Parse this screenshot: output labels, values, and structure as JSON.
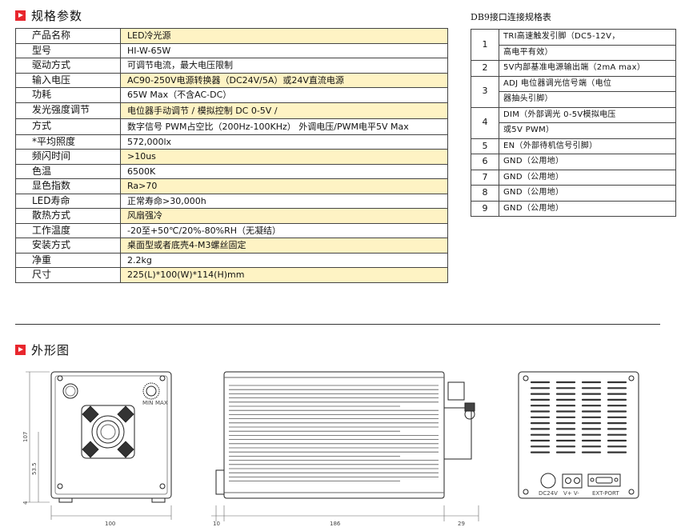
{
  "spec_section": {
    "title": "规格参数"
  },
  "spec_rows": [
    {
      "label": "产品名称",
      "value": "LED冷光源",
      "highlight": true
    },
    {
      "label": "型号",
      "value": "HI-W-65W",
      "highlight": false
    },
    {
      "label": "驱动方式",
      "value": "可调节电流，最大电压限制",
      "highlight": false
    },
    {
      "label": "输入电压",
      "value": "AC90-250V电源转换器（DC24V/5A）或24V直流电源",
      "highlight": true
    },
    {
      "label": "功耗",
      "value": "65W Max（不含AC-DC）",
      "highlight": false
    }
  ],
  "dimming_row": {
    "label_line1": "发光强度调节",
    "label_line2": "方式",
    "value_line1": "电位器手动调节 / 模拟控制 DC 0-5V /",
    "value_line2": "数字信号 PWM占空比（200Hz-100KHz） 外调电压/PWM电平5V Max"
  },
  "spec_rows_2": [
    {
      "label": "*平均照度",
      "value": "572,000lx",
      "highlight": false
    },
    {
      "label": "频闪时间",
      "value": ">10us",
      "highlight": true
    },
    {
      "label": "色温",
      "value": "6500K",
      "highlight": false
    },
    {
      "label": "显色指数",
      "value": "Ra>70",
      "highlight": true
    },
    {
      "label": "LED寿命",
      "value": "正常寿命>30,000h",
      "highlight": false
    },
    {
      "label": "散热方式",
      "value": "风扇强冷",
      "highlight": true
    },
    {
      "label": "工作温度",
      "value": "-20至+50℃/20%-80%RH（无凝结）",
      "highlight": false
    },
    {
      "label": "安装方式",
      "value": "桌面型或者底壳4-M3螺丝固定",
      "highlight": true
    },
    {
      "label": "净重",
      "value": "2.2kg",
      "highlight": false
    },
    {
      "label": "尺寸",
      "value": "225(L)*100(W)*114(H)mm",
      "highlight": true
    }
  ],
  "db9": {
    "title": "DB9接口连接规格表",
    "pins": [
      {
        "pin": "1",
        "lines": [
          "TRI高速触发引脚（DC5-12V，",
          "高电平有效）"
        ]
      },
      {
        "pin": "2",
        "lines": [
          "5V内部基准电源输出端（2mA max）"
        ]
      },
      {
        "pin": "3",
        "lines": [
          "ADJ 电位器调光信号端（电位",
          "器抽头引脚）"
        ]
      },
      {
        "pin": "4",
        "lines": [
          "DIM（外部调光 0-5V模拟电压",
          "或5V PWM）"
        ]
      },
      {
        "pin": "5",
        "lines": [
          "EN（外部待机信号引脚）"
        ]
      },
      {
        "pin": "6",
        "lines": [
          "GND（公用地）"
        ]
      },
      {
        "pin": "7",
        "lines": [
          "GND（公用地）"
        ]
      },
      {
        "pin": "8",
        "lines": [
          "GND（公用地）"
        ]
      },
      {
        "pin": "9",
        "lines": [
          "GND（公用地）"
        ]
      }
    ]
  },
  "outline_section": {
    "title": "外形图"
  },
  "drawing": {
    "front_dims": {
      "width": "100",
      "h1": "107",
      "h2": "53.5",
      "h3": "4"
    },
    "knob_labels": {
      "min": "MIN",
      "max": "MAX"
    },
    "side_dims": {
      "d1": "10",
      "d2": "186",
      "d3": "29"
    },
    "rear_labels": {
      "power": "DC24V",
      "vplus_vminus": "V+ V-",
      "ext_port": "EXT-PORT"
    }
  }
}
